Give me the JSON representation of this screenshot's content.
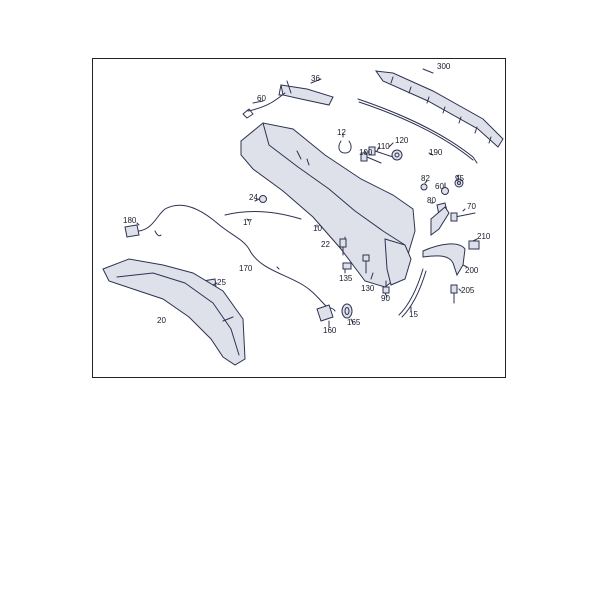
{
  "callouts": [
    "36",
    "300",
    "60",
    "12",
    "120",
    "110",
    "100",
    "190",
    "24",
    "82",
    "95",
    "60",
    "80",
    "70",
    "180",
    "17",
    "10",
    "22",
    "210",
    "200",
    "170",
    "135",
    "25",
    "130",
    "90",
    "205",
    "20",
    "15",
    "160",
    "165"
  ]
}
